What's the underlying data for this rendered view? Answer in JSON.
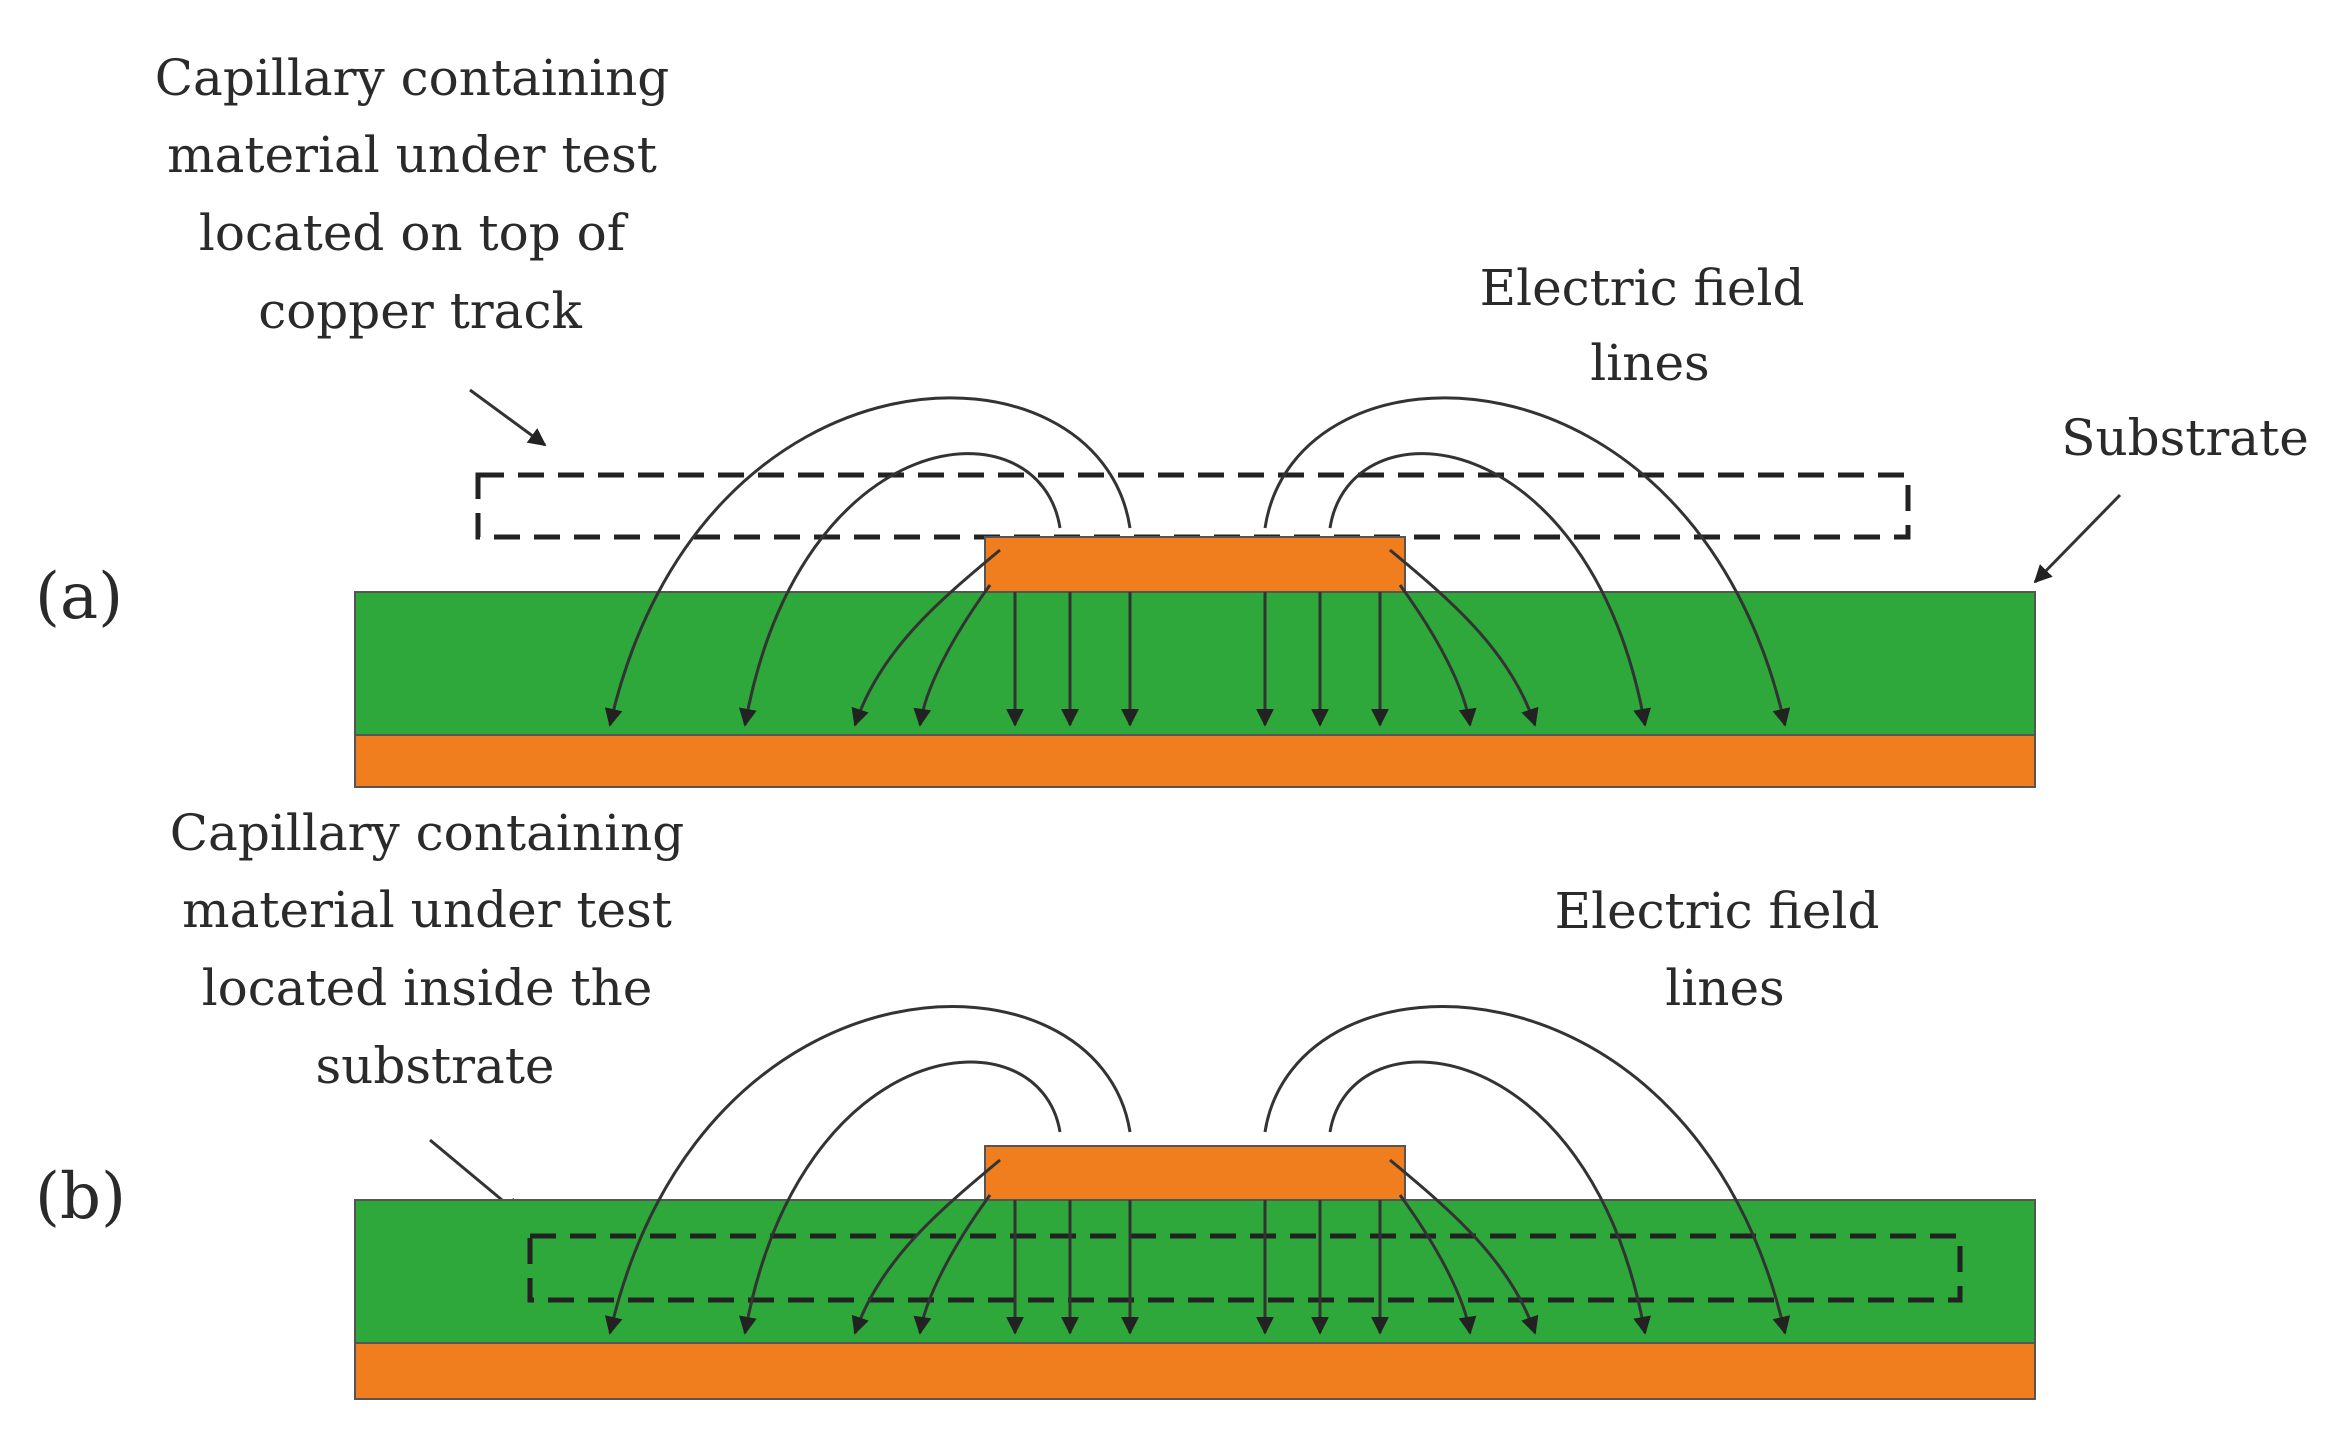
{
  "panel_a": {
    "tag": "(a)",
    "capillary_label": [
      "Capillary containing",
      "material under test",
      "located on top of",
      "copper track"
    ],
    "field_label": [
      "Electric field",
      "lines"
    ],
    "substrate_label": "Substrate"
  },
  "panel_b": {
    "tag": "(b)",
    "capillary_label": [
      "Capillary containing",
      "material under test",
      "located inside the",
      "substrate"
    ],
    "field_label": [
      "Electric field",
      "lines"
    ]
  },
  "colors": {
    "substrate": "#2ea83a",
    "copper": "#f07d1e",
    "line": "#333333"
  }
}
